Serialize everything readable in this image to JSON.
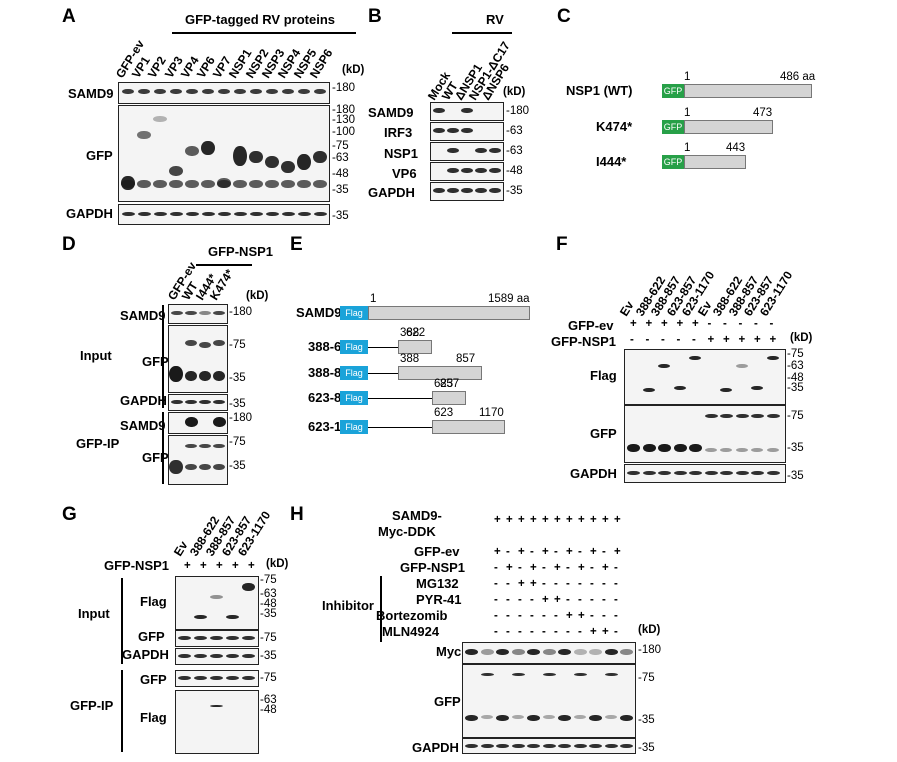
{
  "panels": {
    "a": "A",
    "b": "B",
    "c": "C",
    "d": "D",
    "e": "E",
    "f": "F",
    "g": "G",
    "h": "H"
  },
  "common": {
    "kd": "(kD)",
    "samd9": "SAMD9",
    "gfp": "GFP",
    "gapdh": "GAPDH",
    "flag": "Flag",
    "myc": "Myc",
    "irf3": "IRF3",
    "nsp1": "NSP1",
    "vp6": "VP6",
    "input": "Input",
    "gfp_ip": "GFP-IP",
    "inhibitor": "Inhibitor",
    "plus": "+",
    "minus": "-"
  },
  "A": {
    "group": "GFP-tagged RV proteins",
    "lanes": [
      "GFP-ev",
      "VP1",
      "VP2",
      "VP3",
      "VP4",
      "VP6",
      "VP7",
      "NSP1",
      "NSP2",
      "NSP3",
      "NSP4",
      "NSP5",
      "NSP6"
    ],
    "m180": "-180",
    "gfp_markers": [
      "-180",
      "-130",
      "-100",
      "-75",
      "-63",
      "-48",
      "-35"
    ],
    "m35": "-35"
  },
  "B": {
    "group": "RV",
    "lanes": [
      "Mock",
      "WT",
      "ΔNSP1",
      "NSP1-ΔC17",
      "ΔNSP6"
    ],
    "markers": [
      "-180",
      "-63",
      "-63",
      "-48",
      "-35"
    ]
  },
  "C": {
    "rows": [
      {
        "label": "NSP1 (WT)",
        "start": "1",
        "end": "486 aa"
      },
      {
        "label": "K474*",
        "start": "1",
        "end": "473"
      },
      {
        "label": "I444*",
        "start": "1",
        "end": "443"
      }
    ]
  },
  "D": {
    "group": "GFP-NSP1",
    "lanes": [
      "GFP-ev",
      "WT",
      "I444*",
      "K474*"
    ],
    "markers": [
      "-180",
      "-75",
      "-35",
      "-35",
      "-180",
      "-75",
      "-35"
    ]
  },
  "E": {
    "rows": [
      {
        "label": "SAMD9",
        "s": "1",
        "e": "1589 aa"
      },
      {
        "label": "388-622",
        "s": "388",
        "e": "622"
      },
      {
        "label": "388-857",
        "s": "388",
        "e": "857"
      },
      {
        "label": "623-857",
        "s": "623",
        "e": "857"
      },
      {
        "label": "623-1170",
        "s": "623",
        "e": "1170"
      }
    ]
  },
  "F": {
    "lanes": [
      "Ev",
      "388-622",
      "388-857",
      "623-857",
      "623-1170",
      "Ev",
      "388-622",
      "388-857",
      "623-857",
      "623-1170"
    ],
    "row1_label": "GFP-ev",
    "row2_label": "GFP-NSP1",
    "flag_markers": [
      "-75",
      "-63",
      "-48",
      "-35"
    ],
    "gfp_markers": [
      "-75",
      "-35"
    ],
    "gapdh_marker": "-35"
  },
  "G": {
    "lanes": [
      "Ev",
      "388-622",
      "388-857",
      "623-857",
      "623-1170"
    ],
    "row_label": "GFP-NSP1",
    "flag_markers": [
      "-75",
      "-63",
      "-48",
      "-35"
    ],
    "m75": "-75",
    "m35": "-35",
    "ip_gfp": "-75",
    "ip_flag": [
      "-63",
      "-48"
    ]
  },
  "H": {
    "rows": [
      "SAMD9-",
      "Myc-DDK",
      "GFP-ev",
      "GFP-NSP1",
      "MG132",
      "PYR-41",
      "Bortezomib",
      "MLN4924"
    ],
    "m180": "-180",
    "m75": "-75",
    "m35": "-35",
    "m35b": "-35"
  }
}
